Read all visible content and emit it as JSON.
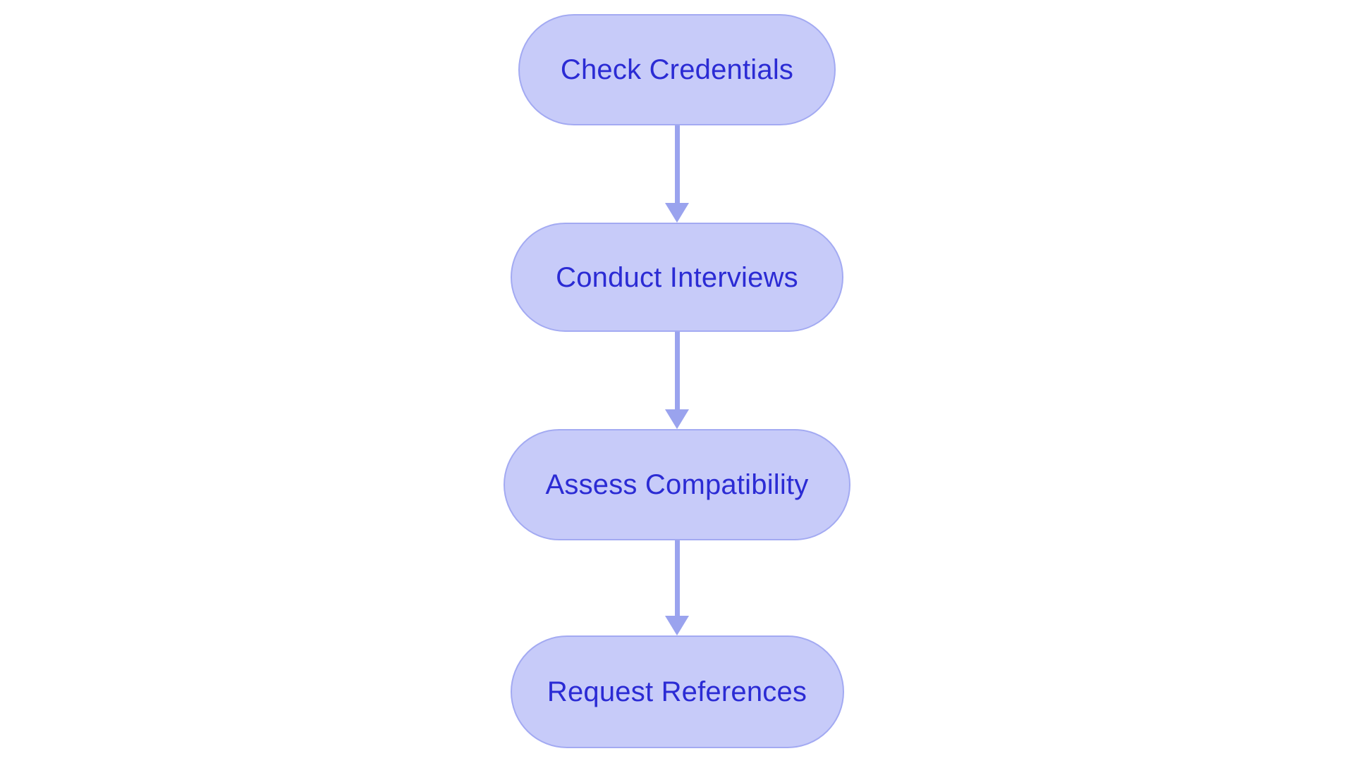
{
  "diagram": {
    "type": "flowchart",
    "orientation": "top-to-bottom",
    "title": "",
    "background_color": "#ffffff",
    "node_style": {
      "shape": "stadium",
      "fill_color": "#c7cbf9",
      "border_color": "#a3aaf2",
      "text_color": "#2b2bd4"
    },
    "edge_style": {
      "line_color": "#9aa3ee",
      "arrow_color": "#9aa3ee",
      "arrow_type": "solid-triangle"
    },
    "nodes": [
      {
        "id": "check-credentials",
        "label": "Check Credentials"
      },
      {
        "id": "conduct-interviews",
        "label": "Conduct Interviews"
      },
      {
        "id": "assess-compatibility",
        "label": "Assess Compatibility"
      },
      {
        "id": "request-references",
        "label": "Request References"
      }
    ],
    "edges": [
      {
        "id": "edge-1",
        "from": "check-credentials",
        "to": "conduct-interviews",
        "label": ""
      },
      {
        "id": "edge-2",
        "from": "conduct-interviews",
        "to": "assess-compatibility",
        "label": ""
      },
      {
        "id": "edge-3",
        "from": "assess-compatibility",
        "to": "request-references",
        "label": ""
      }
    ]
  }
}
